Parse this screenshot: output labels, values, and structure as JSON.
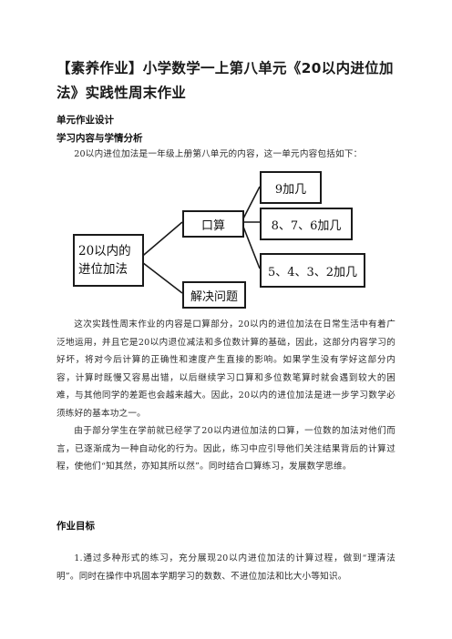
{
  "document": {
    "title": "【素养作业】小学数学一上第八单元《20以内进位加法》实践性周末作业",
    "section1": "单元作业设计",
    "section1_sub": "学习内容与学情分析",
    "intro": "20以内进位加法是一年级上册第八单元的内容，这一单元内容包括如下：",
    "diagram": {
      "root": "20以内的\n进位加法",
      "mid_top": "口算",
      "mid_bottom": "解决问题",
      "leaf1": "9加几",
      "leaf2": "8、7、6加几",
      "leaf3": "5、4、3、2加几"
    },
    "para1": "这次实践性周末作业的内容是口算部分，20以内的进位加法在日常生活中有着广泛地运用，并且它是20以内退位减法和多位数计算的基础，因此，这部分内容学习的好坏，将对今后计算的正确性和速度产生直接的影响。如果学生没有学好这部分内容，计算时既慢又容易出错，以后继续学习口算和多位数笔算时就会遇到较大的困难，与其他同学的差距也会越来越大。因此，20以内的进位加法是进一步学习数学必须练好的基本功之一。",
    "para2": "由于部分学生在学前就已经学了20以内进位加法的口算，一位数的加法对他们而言，已逐渐成为一种自动化的行为。因此，练习中应引导他们关注结果背后的计算过程，使他们“知其然，亦知其所以然”。同时结合口算练习，发展数学思维。",
    "section2": "作业目标",
    "goal1": "1.通过多种形式的练习，充分展现20以内进位加法的计算过程，做到“理清法明”。同时在操作中巩固本学期学习的数数、不进位加法和比大小等知识。"
  }
}
